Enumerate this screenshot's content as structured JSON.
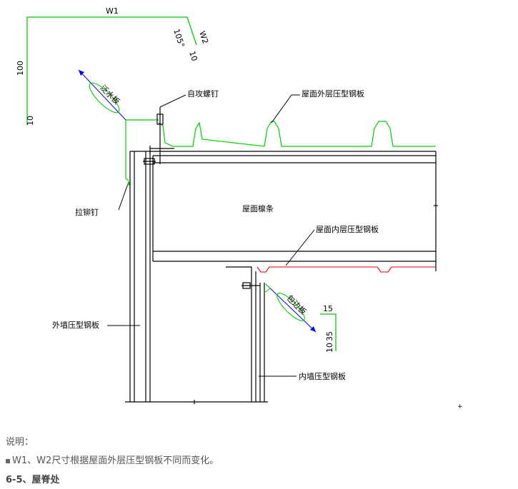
{
  "drawing": {
    "dims": {
      "w1": "W1",
      "w2": "W2",
      "angle": "105°",
      "d10_top": "10",
      "d100": "100",
      "d10_left": "10",
      "d15": "15",
      "d35": "35",
      "d10_bottom": "10"
    },
    "labels": {
      "flashing": "泛水板",
      "self_tapping_screw": "自攻螺钉",
      "roof_outer_panel": "屋面外层压型钢板",
      "blind_rivet": "拉铆钉",
      "roof_purlin": "屋面檩条",
      "roof_inner_panel": "屋面内层压型钢板",
      "trim_plate": "包边板",
      "outer_wall_panel": "外墙压型钢板",
      "inner_wall_panel": "内墙压型钢板"
    }
  },
  "notes": {
    "heading": "说明：",
    "bullet_text": "W1、W2尺寸根据屋面外层压型钢板不同而变化。",
    "section_title": "6-5、屋脊处"
  },
  "colors": {
    "green": "#00e000",
    "red": "#e00000",
    "blue": "#0000ff",
    "black": "#000000"
  }
}
